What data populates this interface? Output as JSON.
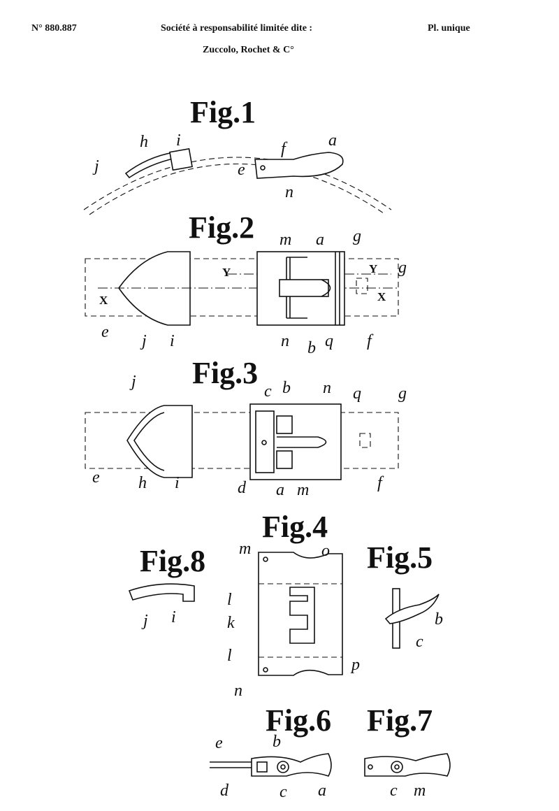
{
  "header": {
    "patent_number": "N° 880.887",
    "applicant_line": "Société à responsabilité limitée dite :",
    "applicant_name": "Zuccolo, Rochet & C°",
    "plate": "Pl. unique"
  },
  "figures": {
    "fig1": {
      "title": "Fig.1",
      "labels": {
        "j": "j",
        "h": "h",
        "i": "i",
        "f": "f",
        "a": "a",
        "e": "e",
        "n": "n"
      }
    },
    "fig2": {
      "title": "Fig.2",
      "labels": {
        "m": "m",
        "a": "a",
        "g1": "g",
        "y1": "Y",
        "y2": "Y",
        "g2": "g",
        "x1": "X",
        "x2": "X",
        "e": "e",
        "j": "j",
        "i": "i",
        "n": "n",
        "b": "b",
        "q": "q",
        "f": "f"
      }
    },
    "fig3": {
      "title": "Fig.3",
      "labels": {
        "j": "j",
        "c": "c",
        "b": "b",
        "n": "n",
        "q": "q",
        "g": "g",
        "e": "e",
        "h": "h",
        "i": "i",
        "d": "d",
        "a": "a",
        "m": "m",
        "f": "f"
      }
    },
    "fig4": {
      "title": "Fig.4",
      "labels": {
        "m": "m",
        "o": "o",
        "l1": "l",
        "k": "k",
        "l2": "l",
        "p": "p",
        "n": "n"
      }
    },
    "fig5": {
      "title": "Fig.5",
      "labels": {
        "b": "b",
        "c": "c"
      }
    },
    "fig6": {
      "title": "Fig.6",
      "labels": {
        "e": "e",
        "b": "b",
        "d": "d",
        "c": "c",
        "a": "a"
      }
    },
    "fig7": {
      "title": "Fig.7",
      "labels": {
        "c": "c",
        "m": "m"
      }
    },
    "fig8": {
      "title": "Fig.8",
      "labels": {
        "j": "j",
        "i": "i"
      }
    }
  }
}
